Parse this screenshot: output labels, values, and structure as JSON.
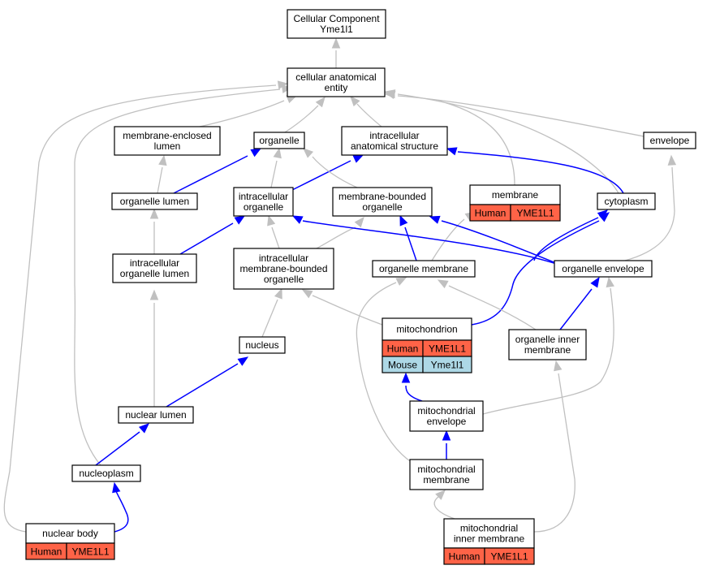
{
  "nodes": {
    "root": [
      "Cellular Component",
      "Yme1l1"
    ],
    "cae": [
      "cellular anatomical",
      "entity"
    ],
    "mel": [
      "membrane-enclosed",
      "lumen"
    ],
    "organelle": [
      "organelle"
    ],
    "ias": [
      "intracellular",
      "anatomical structure"
    ],
    "envelope": [
      "envelope"
    ],
    "olumen": [
      "organelle lumen"
    ],
    "iorg": [
      "intracellular",
      "organelle"
    ],
    "mbo": [
      "membrane-bounded",
      "organelle"
    ],
    "membrane": [
      "membrane"
    ],
    "cytoplasm": [
      "cytoplasm"
    ],
    "iol": [
      "intracellular",
      "organelle lumen"
    ],
    "imbo": [
      "intracellular",
      "membrane-bounded",
      "organelle"
    ],
    "omem": [
      "organelle membrane"
    ],
    "oenv": [
      "organelle envelope"
    ],
    "mito": [
      "mitochondrion"
    ],
    "oim": [
      "organelle inner",
      "membrane"
    ],
    "nucleus": [
      "nucleus"
    ],
    "nlumen": [
      "nuclear lumen"
    ],
    "menv": [
      "mitochondrial",
      "envelope"
    ],
    "nucleoplasm": [
      "nucleoplasm"
    ],
    "mmem": [
      "mitochondrial",
      "membrane"
    ],
    "nbody": [
      "nuclear body"
    ],
    "mim": [
      "mitochondrial",
      "inner membrane"
    ]
  },
  "annotations": {
    "membrane": [
      {
        "species": "Human",
        "gene": "YME1L1"
      }
    ],
    "mito": [
      {
        "species": "Human",
        "gene": "YME1L1"
      },
      {
        "species": "Mouse",
        "gene": "Yme1l1"
      }
    ],
    "nbody": [
      {
        "species": "Human",
        "gene": "YME1L1"
      }
    ],
    "mim": [
      {
        "species": "Human",
        "gene": "YME1L1"
      }
    ]
  },
  "edge_colors": {
    "is_a": "#c0c0c0",
    "part_of": "#0000ff"
  },
  "species_colors": {
    "Human": "#ff6347",
    "Mouse": "#add8e6"
  }
}
